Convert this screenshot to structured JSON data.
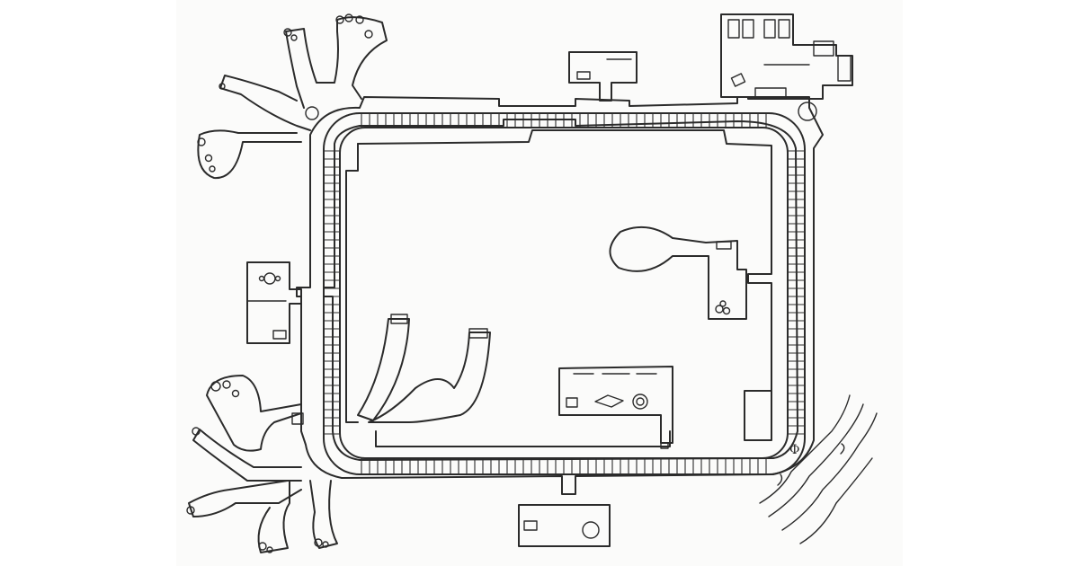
{
  "map": {
    "kind": "hand-drawn dungeon floor plan",
    "style": "black ink on white paper",
    "colors": {
      "paper": "#fbfbfa",
      "ink": "#2b2b2b",
      "margin": "#ffffff"
    },
    "compass_glyph": "Φ"
  },
  "icons": [
    "stairs-icon",
    "table-icon",
    "bed-icon",
    "barrel-icon",
    "boulder-icon",
    "statue-icon",
    "chest-icon",
    "altar-icon",
    "well-icon",
    "river-icon",
    "compass-icon"
  ]
}
